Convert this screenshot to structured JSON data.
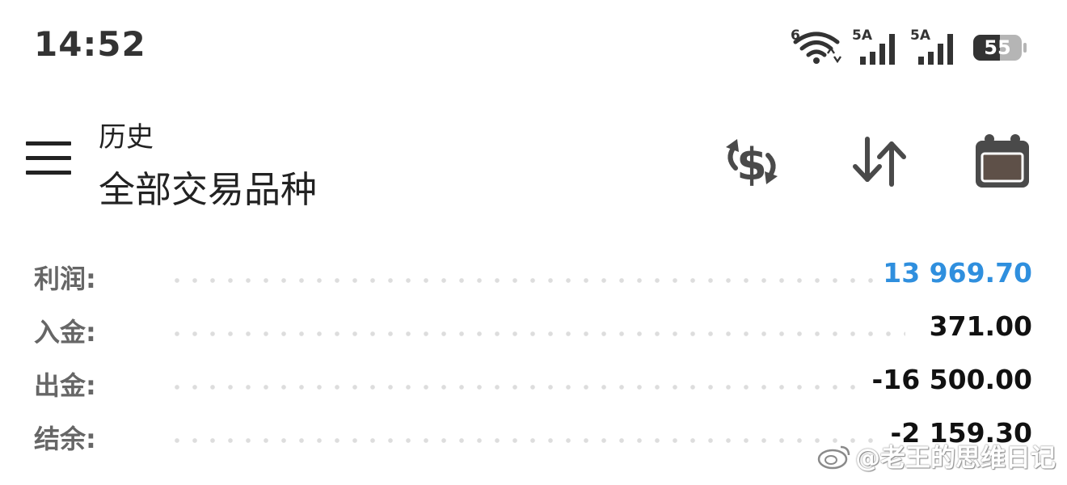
{
  "status_bar": {
    "time": "14:52",
    "wifi_label": "6",
    "signal_1_label": "5A",
    "signal_2_label": "5A",
    "battery_level": "55"
  },
  "app_bar": {
    "subtitle": "历史",
    "title": "全部交易品种",
    "icons": [
      "menu-icon",
      "dollar-exchange-icon",
      "sort-arrows-icon",
      "calendar-icon"
    ]
  },
  "summary": {
    "rows": [
      {
        "label": "利润:",
        "value": "13 969.70",
        "color": "#2f8fde"
      },
      {
        "label": "入金:",
        "value": "371.00",
        "color": "#111111"
      },
      {
        "label": "出金:",
        "value": "-16 500.00",
        "color": "#111111"
      },
      {
        "label": "结余:",
        "value": "-2 159.30",
        "color": "#111111"
      }
    ]
  },
  "watermark": "@老王的思维日记"
}
